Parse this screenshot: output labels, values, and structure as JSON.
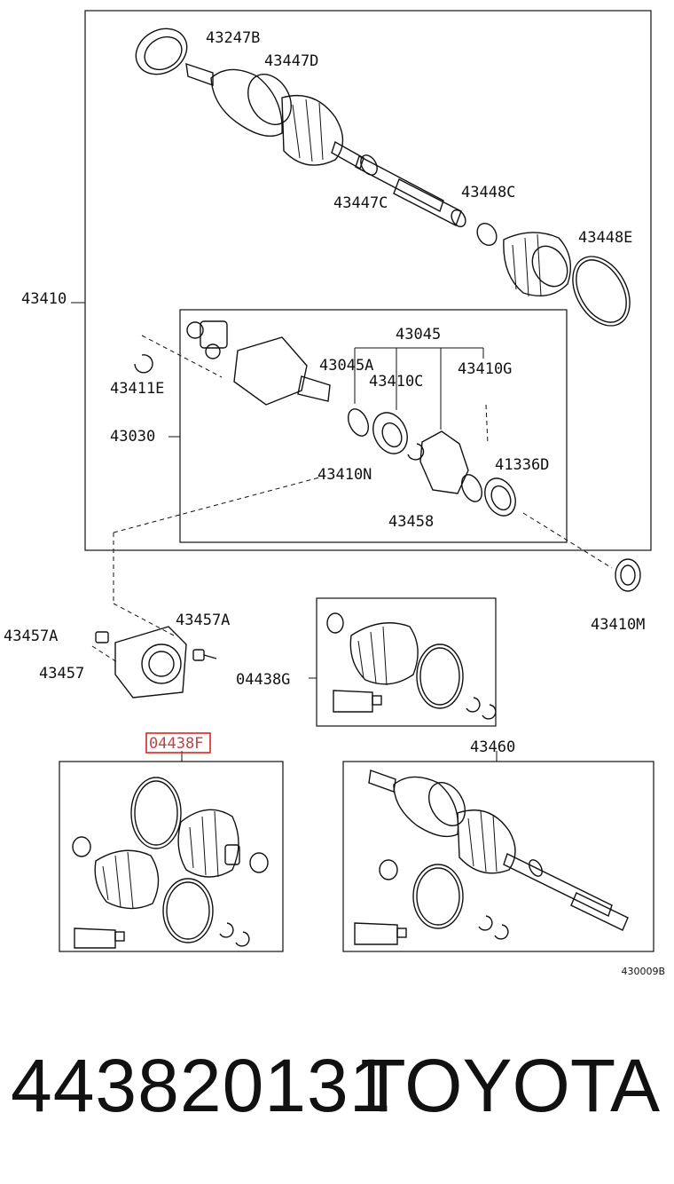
{
  "labels": {
    "l43247B": "43247B",
    "l43447D": "43447D",
    "l43447C": "43447C",
    "l43448C": "43448C",
    "l43448E": "43448E",
    "l43410": "43410",
    "l43045": "43045",
    "l43045A": "43045A",
    "l43410C": "43410C",
    "l43410G": "43410G",
    "l43411E": "43411E",
    "l43030": "43030",
    "l43410N": "43410N",
    "l41336D": "41336D",
    "l43458": "43458",
    "l43410M": "43410M",
    "l43457A_left": "43457A",
    "l43457A_right": "43457A",
    "l43457": "43457",
    "l04438G": "04438G",
    "l04438F": "04438F",
    "l43460": "43460"
  },
  "diagram_code": "430009B",
  "footer": {
    "part_number": "443820131",
    "brand": "TOYOTA"
  }
}
